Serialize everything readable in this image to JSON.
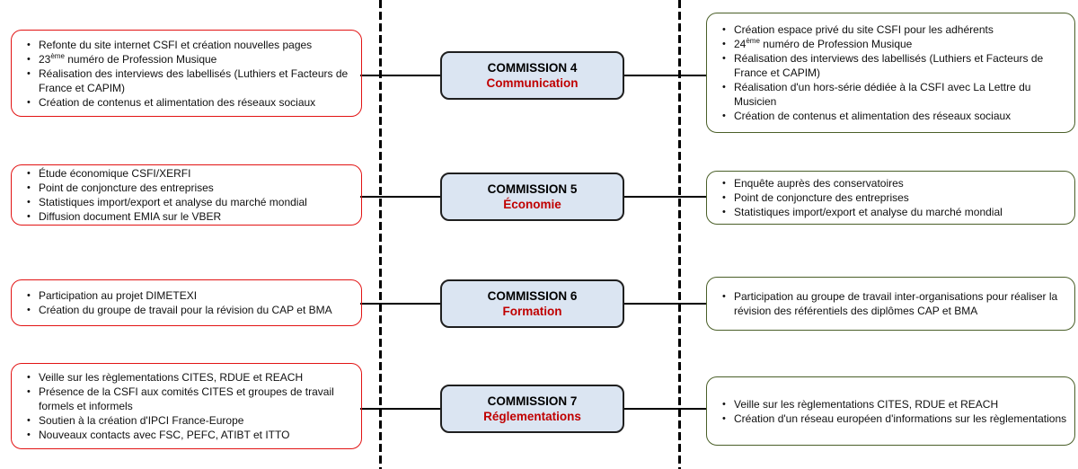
{
  "colors": {
    "left_box_border": "#e21313",
    "right_box_border": "#4a5f28",
    "commission_box_bg": "#dbe5f2",
    "commission_box_border": "#1f1f1f",
    "commission_title": "#000000",
    "commission_subtitle": "#c00000",
    "connector": "#000000",
    "text": "#101010"
  },
  "rows": [
    {
      "commission": {
        "number": "COMMISSION 4",
        "domain": "Communication"
      },
      "left_items": [
        "Refonte du site internet CSFI et création nouvelles pages",
        "23^ème^ numéro de Profession Musique",
        "Réalisation des interviews des labellisés (Luthiers et Facteurs de France et CAPIM)",
        "Création de contenus et alimentation des réseaux sociaux"
      ],
      "right_items": [
        "Création espace privé du site CSFI pour les adhérents",
        "24^ème^ numéro de Profession Musique",
        "Réalisation des interviews des labellisés (Luthiers et Facteurs de France et CAPIM)",
        "Réalisation d'un hors-série dédiée à la CSFI avec La Lettre du Musicien",
        "Création de contenus et alimentation des réseaux sociaux"
      ]
    },
    {
      "commission": {
        "number": "COMMISSION 5",
        "domain": "Économie"
      },
      "left_items": [
        "Étude économique CSFI/XERFI",
        "Point de conjoncture des entreprises",
        "Statistiques import/export et analyse du marché mondial",
        "Diffusion document EMIA sur le VBER"
      ],
      "right_items": [
        "Enquête auprès des conservatoires",
        "Point de conjoncture des entreprises",
        "Statistiques import/export et analyse du marché mondial"
      ]
    },
    {
      "commission": {
        "number": "COMMISSION 6",
        "domain": "Formation"
      },
      "left_items": [
        "Participation au projet DIMETEXI",
        "Création du groupe de travail pour la révision du CAP et BMA"
      ],
      "right_items": [
        "Participation au groupe de travail inter-organisations pour réaliser la révision des référentiels des diplômes CAP et BMA"
      ]
    },
    {
      "commission": {
        "number": "COMMISSION 7",
        "domain": "Réglementations"
      },
      "left_items": [
        "Veille sur les règlementations CITES, RDUE et REACH",
        "Présence de la CSFI aux comités CITES et groupes de travail formels et informels",
        "Soutien à la création d'IPCI France-Europe",
        "Nouveaux contacts avec FSC, PEFC, ATIBT et ITTO"
      ],
      "right_items": [
        "Veille sur les règlementations CITES, RDUE et REACH",
        "Création d'un réseau européen d'informations sur les règlementations"
      ]
    }
  ]
}
